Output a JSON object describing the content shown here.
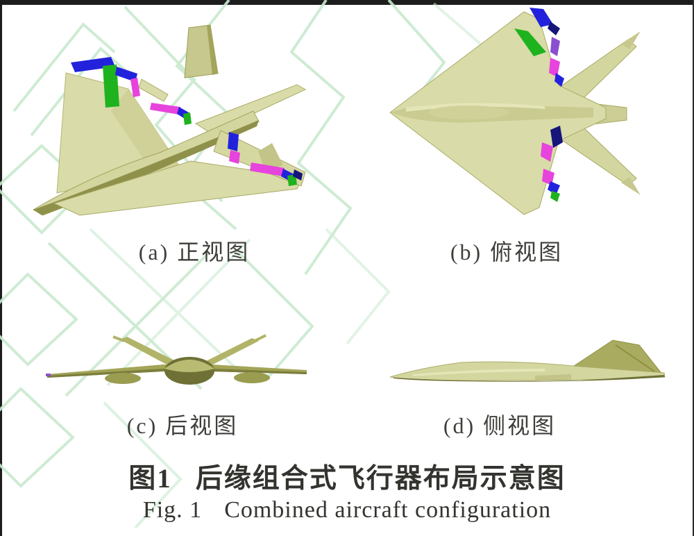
{
  "page": {
    "background": "#ffffff",
    "scan_edge_color": "#1d1d1d",
    "watermark_color": "#c9e9cf"
  },
  "figure": {
    "panels": [
      {
        "label": "(a) 正视图"
      },
      {
        "label": "(b) 俯视图"
      },
      {
        "label": "(c) 后视图"
      },
      {
        "label": "(d) 侧视图"
      }
    ],
    "caption_zh": {
      "prefix": "图1",
      "text": "后缘组合式飞行器布局示意图"
    },
    "caption_en": {
      "prefix": "Fig. 1",
      "text": "Combined aircraft configuration"
    },
    "model_colors": {
      "body_light": "#d9dba8",
      "body_mid": "#b9bb72",
      "body_dark": "#70722f",
      "flap_blue": "#2222dd",
      "flap_navy": "#15157a",
      "flap_green": "#1eb31e",
      "flap_magenta": "#e743dd",
      "flap_violet": "#8a4fd0"
    }
  }
}
